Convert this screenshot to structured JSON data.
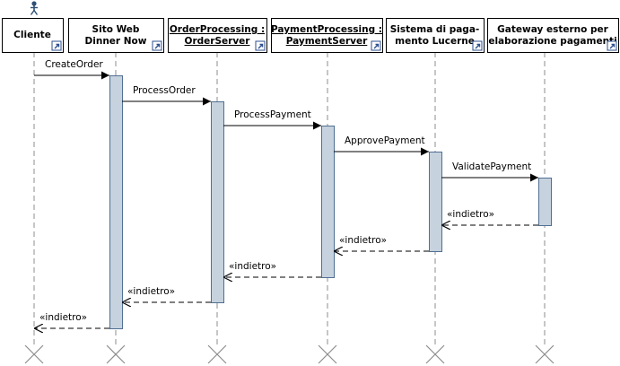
{
  "diagram": {
    "lifelines": [
      {
        "id": "cliente",
        "lines": [
          "Cliente"
        ],
        "underline": false,
        "actor": true
      },
      {
        "id": "sito",
        "lines": [
          "Sito Web",
          "Dinner Now"
        ],
        "underline": false,
        "actor": false
      },
      {
        "id": "order",
        "lines": [
          "OrderProcessing :",
          "OrderServer"
        ],
        "underline": true,
        "actor": false
      },
      {
        "id": "payment",
        "lines": [
          "PaymentProcessing :",
          "PaymentServer"
        ],
        "underline": true,
        "actor": false
      },
      {
        "id": "lucerne",
        "lines": [
          "Sistema di paga-",
          "mento Lucerne"
        ],
        "underline": false,
        "actor": false
      },
      {
        "id": "gateway",
        "lines": [
          "Gateway esterno per",
          "elaborazione pagamenti"
        ],
        "underline": false,
        "actor": false
      }
    ],
    "messages": [
      {
        "from": "cliente",
        "to": "sito",
        "label": "CreateOrder",
        "kind": "call"
      },
      {
        "from": "sito",
        "to": "order",
        "label": "ProcessOrder",
        "kind": "call"
      },
      {
        "from": "order",
        "to": "payment",
        "label": "ProcessPayment",
        "kind": "call"
      },
      {
        "from": "payment",
        "to": "lucerne",
        "label": "ApprovePayment",
        "kind": "call"
      },
      {
        "from": "lucerne",
        "to": "gateway",
        "label": "ValidatePayment",
        "kind": "call"
      },
      {
        "from": "gateway",
        "to": "lucerne",
        "label": "«indietro»",
        "kind": "return"
      },
      {
        "from": "lucerne",
        "to": "payment",
        "label": "«indietro»",
        "kind": "return"
      },
      {
        "from": "payment",
        "to": "order",
        "label": "«indietro»",
        "kind": "return"
      },
      {
        "from": "order",
        "to": "sito",
        "label": "«indietro»",
        "kind": "return"
      },
      {
        "from": "sito",
        "to": "cliente",
        "label": "«indietro»",
        "kind": "return"
      }
    ],
    "colors": {
      "activation_fill": "#c6d2de",
      "activation_stroke": "#4f6f93",
      "lifeline": "#8c8c8c",
      "actor": "#2f4f75",
      "link_icon": "#2e4f8f"
    }
  }
}
